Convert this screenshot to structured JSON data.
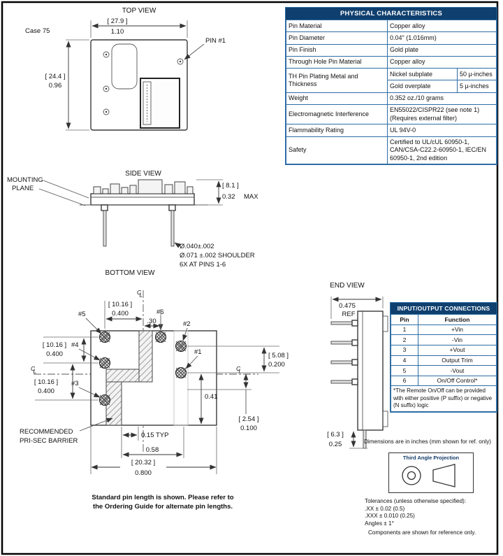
{
  "colors": {
    "table_header_bg": "#0f3f6e",
    "table_border": "#2e6da4",
    "drawing_line": "#3a3a3a"
  },
  "top_view": {
    "title": "TOP VIEW",
    "case_label": "Case 75",
    "pin1_label": "PIN #1",
    "width_mm": "[ 27.9 ]",
    "width_in": "1.10",
    "height_mm": "[ 24.4 ]",
    "height_in": "0.96"
  },
  "side_view": {
    "title": "SIDE VIEW",
    "mounting_line1": "MOUNTING",
    "mounting_line2": "PLANE",
    "height_mm": "[ 8.1 ]",
    "height_in": "0.32",
    "max_label": "MAX"
  },
  "pin_note": {
    "line1": "Ø.040±.002",
    "line2": "Ø.071  ±.002 SHOULDER",
    "line3": "6X AT PINS 1-6"
  },
  "bottom_view": {
    "title": "BOTTOM VIEW",
    "pin_labels": {
      "p1": "#1",
      "p2": "#2",
      "p3": "#3",
      "p4": "#4",
      "p5": "#5",
      "p6": "#6"
    },
    "dim_0400_mm": "[ 10.16 ]",
    "dim_0400_in": "0.400",
    "dim_030": ".30",
    "dim_0200_mm": "[ 5.08 ]",
    "dim_0200_in": "0.200",
    "dim_041": "0.41",
    "dim_0100_mm": "[ 2.54 ]",
    "dim_0100_in": "0.100",
    "dim_015": "0.15 TYP",
    "dim_058": "0.58",
    "dim_0800_mm": "[ 20.32 ]",
    "dim_0800_in": "0.800",
    "barrier_line1": "RECOMMENDED",
    "barrier_line2": "PRI-SEC BARRIER",
    "centerline_c": "C",
    "centerline_l": "L"
  },
  "end_view": {
    "title": "END VIEW",
    "ref_val": "0.475",
    "ref_label": "REF",
    "bottom_mm": "[ 6.3 ]",
    "bottom_in": "0.25"
  },
  "physical_table": {
    "title": "PHYSICAL CHARACTERISTICS",
    "rows": [
      {
        "label": "Pin Material",
        "value": "Copper alloy"
      },
      {
        "label": "Pin Diameter",
        "value": "0.04\" (1.016mm)"
      },
      {
        "label": "Pin Finish",
        "value": "Gold plate"
      },
      {
        "label": "Through Hole Pin Material",
        "value": "Copper alloy"
      },
      {
        "label": "TH Pin Plating Metal and Thickness",
        "sub_rows": [
          {
            "metal": "Nickel subplate",
            "thickness": "50 µ-inches"
          },
          {
            "metal": "Gold overplate",
            "thickness": "5 µ-inches"
          }
        ]
      },
      {
        "label": "Weight",
        "value": "0.352 oz./10 grams"
      },
      {
        "label": "Electromagnetic Interference",
        "value": "EN55022/CISPR22 (see note 1) (Requires external filter)"
      },
      {
        "label": "Flammability Rating",
        "value": "UL 94V-0"
      },
      {
        "label": "Safety",
        "value": "Certified to UL/cUL 60950-1, CAN/CSA-C22.2-60950-1, IEC/EN 60950-1, 2nd edition"
      }
    ]
  },
  "io_table": {
    "title": "INPUT/OUTPUT CONNECTIONS",
    "col_pin": "Pin",
    "col_function": "Function",
    "rows": [
      {
        "pin": "1",
        "function": "+Vin"
      },
      {
        "pin": "2",
        "function": "-Vin"
      },
      {
        "pin": "3",
        "function": "+Vout"
      },
      {
        "pin": "4",
        "function": "Output Trim"
      },
      {
        "pin": "5",
        "function": "-Vout"
      },
      {
        "pin": "6",
        "function": "On/Off Control*"
      }
    ],
    "footnote": "*The Remote On/Off can be provided with either positive (P suffix) or negative (N suffix) logic"
  },
  "notes": {
    "dimensions_note": "Dimensions are in inches (mm shown for ref. only)",
    "projection_title": "Third Angle Projection",
    "tolerances_title": "Tolerances (unless otherwise specified):",
    "tolerance_xx": ".XX ± 0.02 (0.5)",
    "tolerance_xxx": ".XXX ± 0.010 (0.25)",
    "tolerance_angles": "Angles ± 1°",
    "components_note": "Components are shown for reference only.",
    "pin_length_line1": "Standard pin length is shown. Please refer to",
    "pin_length_line2": "the Ordering Guide for alternate pin lengths."
  }
}
